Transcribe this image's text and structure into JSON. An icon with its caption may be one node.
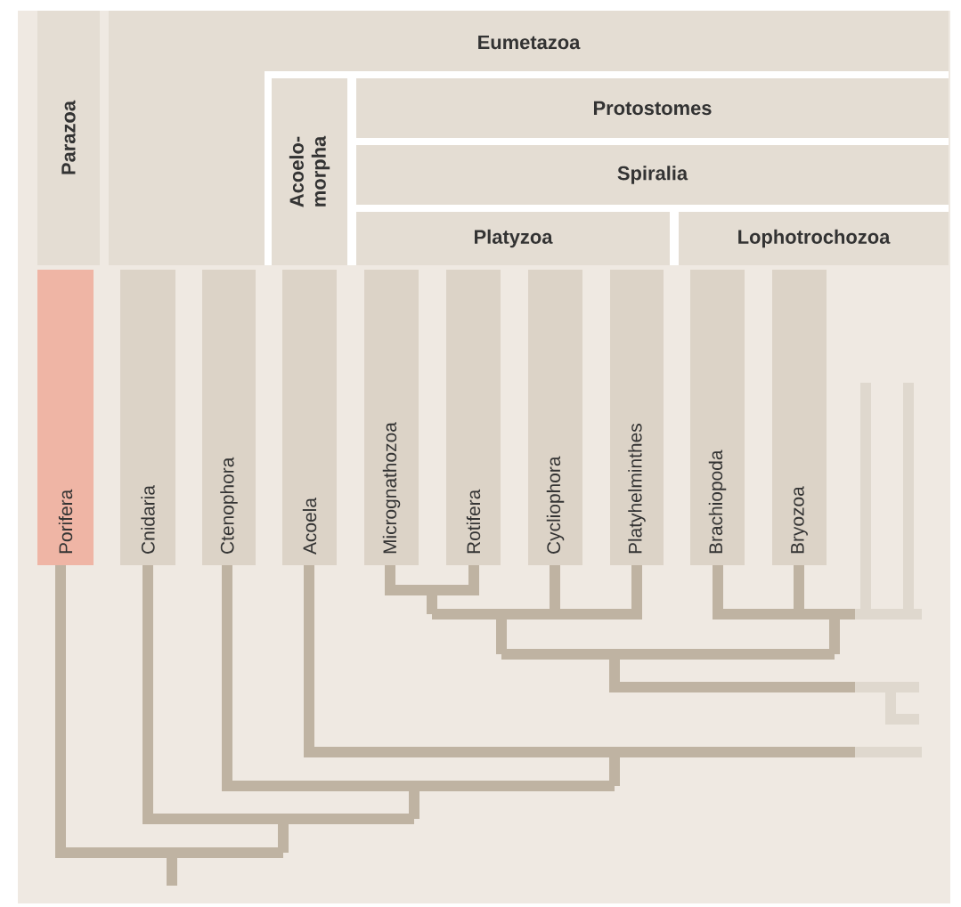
{
  "diagram": {
    "nodes": [
      {
        "text": [
          "Parazoa"
        ]
      },
      {
        "text": [
          "Eumetazoa"
        ]
      },
      {
        "text": [
          "Acoelo- morpha"
        ],
        "in": 1
      },
      {
        "text": [
          "Protostomes"
        ],
        "in": 1
      },
      {
        "text": [
          "Spiralia"
        ],
        "in": 1
      },
      {
        "text": [
          "Platyzoa"
        ],
        "in": 1
      },
      {
        "text": [
          "Lophotrochozoa"
        ],
        "in": 1
      },
      {
        "text": [
          "Porifera"
        ]
      },
      {
        "text": [
          "Cnidaria"
        ]
      },
      {
        "text": [
          "Ctenophora"
        ]
      },
      {
        "text": [
          "Acoela"
        ]
      },
      {
        "text": [
          "Micrognathozoa"
        ]
      },
      {
        "text": [
          "Rotifera"
        ]
      },
      {
        "text": [
          "Cycliophora"
        ]
      },
      {
        "text": [
          "Platyhelminthes"
        ]
      },
      {
        "text": [
          "Brachiopoda"
        ]
      },
      {
        "text": [
          "Bryozoa"
        ]
      }
    ]
  }
}
